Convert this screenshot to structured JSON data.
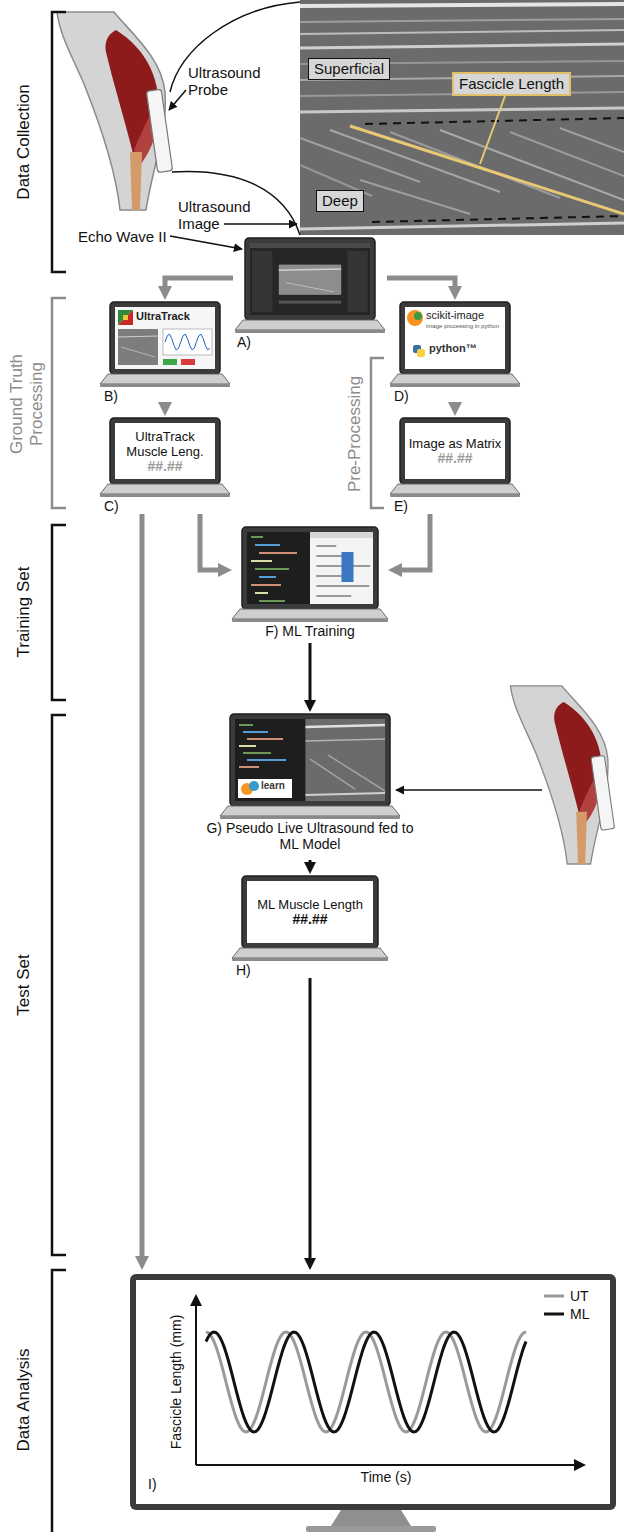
{
  "diagram": {
    "nodes": [
      {
        "text": [
          "Superficial"
        ]
      },
      {
        "text": [
          "Fascicle Length"
        ]
      },
      {
        "text": [
          "Deep"
        ]
      },
      {
        "text": [
          "A)"
        ]
      },
      {
        "text": [
          "UltraTrack",
          "B)"
        ]
      },
      {
        "text": [
          "scikit-image",
          "image processing in python",
          "python™",
          "D)"
        ]
      },
      {
        "text": [
          "UltraTrack Muscle Leng.",
          "##.##",
          "C)"
        ]
      },
      {
        "text": [
          "Image as Matrix",
          "##.##",
          "E)"
        ]
      },
      {
        "text": [
          "F) ML Training"
        ]
      },
      {
        "text": [
          "learn",
          "G) Pseudo Live Ultrasound fed to ML Model"
        ]
      },
      {
        "text": [
          "ML Muscle Length",
          "##.##",
          "H)"
        ]
      },
      {
        "text": [
          "I)"
        ]
      }
    ],
    "edges": [
      {
        "from": 3,
        "to": 4,
        "arrow": "to"
      },
      {
        "from": 3,
        "to": 5,
        "arrow": "to"
      },
      {
        "from": 4,
        "to": 6,
        "arrow": "to"
      },
      {
        "from": 5,
        "to": 7,
        "arrow": "to"
      },
      {
        "from": 6,
        "to": 8,
        "arrow": "to"
      },
      {
        "from": 7,
        "to": 8,
        "arrow": "to"
      },
      {
        "from": 8,
        "to": 9,
        "arrow": "to"
      },
      {
        "from": 9,
        "to": 10,
        "arrow": "to"
      },
      {
        "from": 10,
        "to": 11,
        "arrow": "to"
      },
      {
        "from": 6,
        "to": 11,
        "arrow": "to"
      }
    ],
    "labels": [
      "Data Collection",
      "Ultrasound Probe",
      "Ultrasound Image",
      "Echo Wave II",
      "Ground Truth Processing",
      "Pre-Processing",
      "Training Set",
      "Test Set",
      "Data Analysis",
      "Fascicle Length (mm)",
      "Time (s)"
    ],
    "legend": [
      {
        "text": "UT"
      },
      {
        "text": "ML"
      }
    ]
  }
}
